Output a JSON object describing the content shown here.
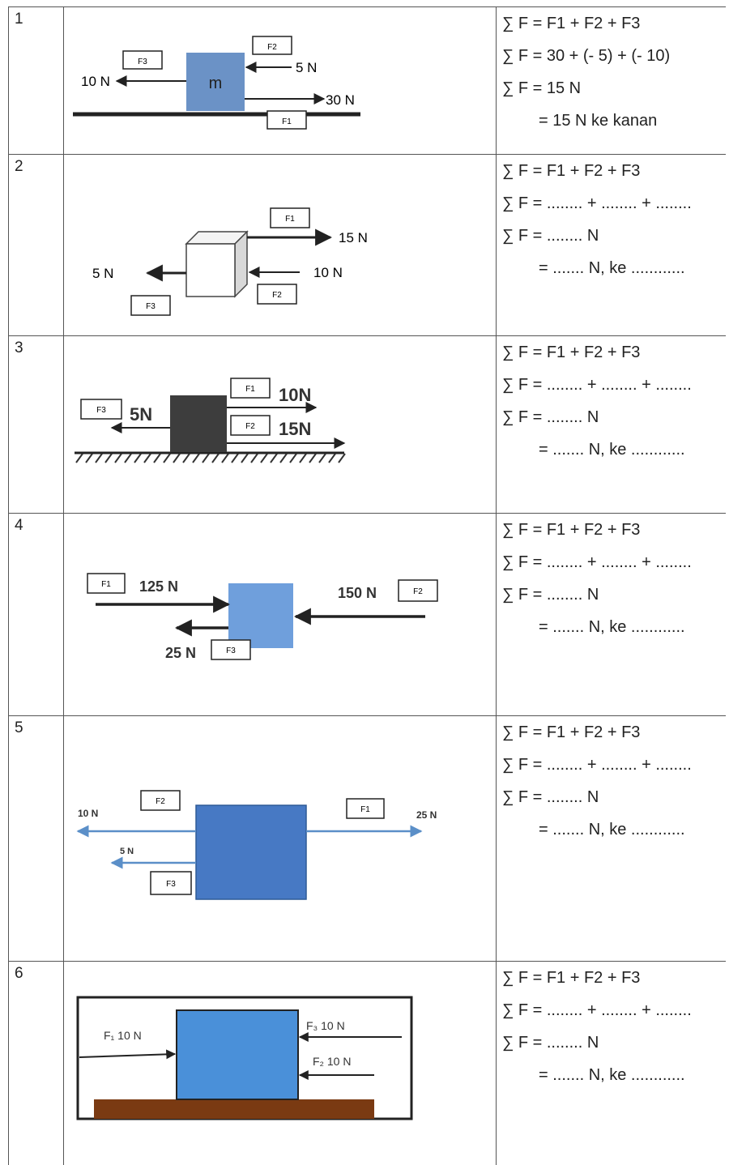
{
  "rows": [
    {
      "num": "1",
      "lines": [
        "∑ F = F1 + F2 + F3",
        "∑ F = 30 + (- 5) + (- 10)",
        "∑ F = 15 N",
        "= 15 N ke kanan"
      ],
      "labels": {
        "block": "m",
        "f1": "F1",
        "f2": "F2",
        "f3": "F3",
        "v1": "30 N",
        "v2": "5 N",
        "v3": "10 N"
      }
    },
    {
      "num": "2",
      "lines": [
        "∑ F = F1 + F2 + F3",
        "∑ F = ........ + ........ + ........",
        "∑ F = ........ N",
        "= ....... N, ke ............"
      ],
      "labels": {
        "f1": "F1",
        "f2": "F2",
        "f3": "F3",
        "v1": "15 N",
        "v2": "10 N",
        "v3": "5 N"
      }
    },
    {
      "num": "3",
      "lines": [
        "∑ F = F1 + F2 + F3",
        "∑ F = ........ + ........ + ........",
        "∑ F = ........ N",
        "= ....... N, ke ............"
      ],
      "labels": {
        "f1": "F1",
        "f2": "F2",
        "f3": "F3",
        "v1": "10N",
        "v2": "15N",
        "v3": "5N"
      }
    },
    {
      "num": "4",
      "lines": [
        "∑ F = F1 + F2 + F3",
        "∑ F = ........ + ........ + ........",
        "∑ F = ........ N",
        "= ....... N, ke ............"
      ],
      "labels": {
        "f1": "F1",
        "f2": "F2",
        "f3": "F3",
        "v1": "125 N",
        "v2": "150 N",
        "v3": "25 N"
      }
    },
    {
      "num": "5",
      "lines": [
        "∑ F = F1 + F2 + F3",
        "∑ F = ........ + ........ + ........",
        "∑ F = ........ N",
        "= ....... N, ke ............"
      ],
      "labels": {
        "f1": "F1",
        "f2": "F2",
        "f3": "F3",
        "v1": "25 N",
        "v2": "10 N",
        "v3": "5 N"
      }
    },
    {
      "num": "6",
      "lines": [
        "∑ F = F1 + F2 + F3",
        "∑ F = ........ + ........ + ........",
        "∑ F = ........ N",
        "= ....... N, ke ............"
      ],
      "labels": {
        "f1": "F₁ 10 N",
        "f2": "F₂ 10 N",
        "f3": "F₃ 10 N"
      }
    }
  ],
  "colors": {
    "block1": "#6b92c6",
    "block3": "#3d3d3d",
    "block4": "#6f9fdc",
    "block5": "#4779c4",
    "block6": "#4a90d9",
    "floor6": "#7a3a12",
    "arrow5": "#5b8fc8",
    "line": "#222222"
  }
}
